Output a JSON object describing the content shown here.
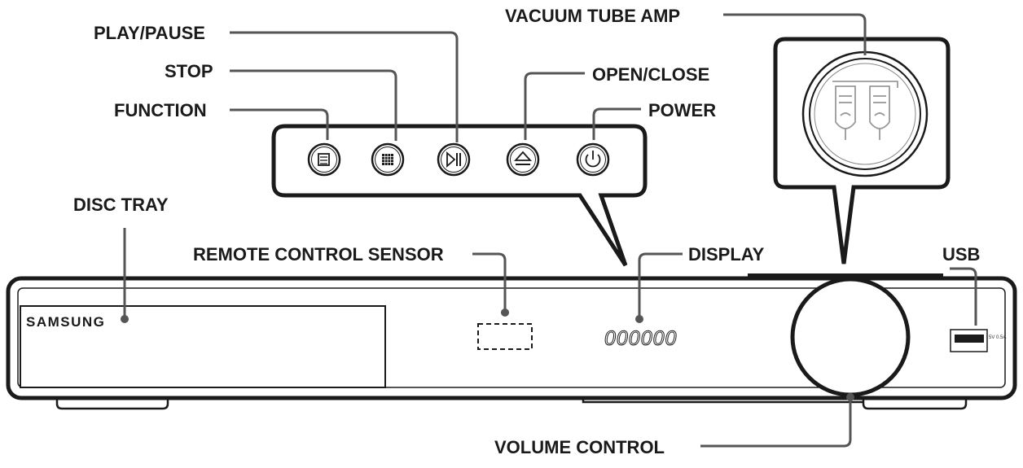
{
  "labels": {
    "play_pause": "PLAY/PAUSE",
    "stop": "STOP",
    "function": "FUNCTION",
    "open_close": "OPEN/CLOSE",
    "power": "POWER",
    "vacuum_tube_amp": "VACUUM TUBE AMP",
    "disc_tray": "DISC TRAY",
    "remote_control_sensor": "REMOTE CONTROL SENSOR",
    "display": "DISPLAY",
    "usb": "USB",
    "volume_control": "VOLUME CONTROL"
  },
  "device": {
    "brand": "SAMSUNG",
    "display_readout": "000000",
    "usb_rating": "5V 0.5A"
  },
  "icons": {
    "function": "function-icon",
    "stop": "stop-icon",
    "play_pause": "play-pause-icon",
    "open_close": "eject-icon",
    "power": "power-icon"
  }
}
